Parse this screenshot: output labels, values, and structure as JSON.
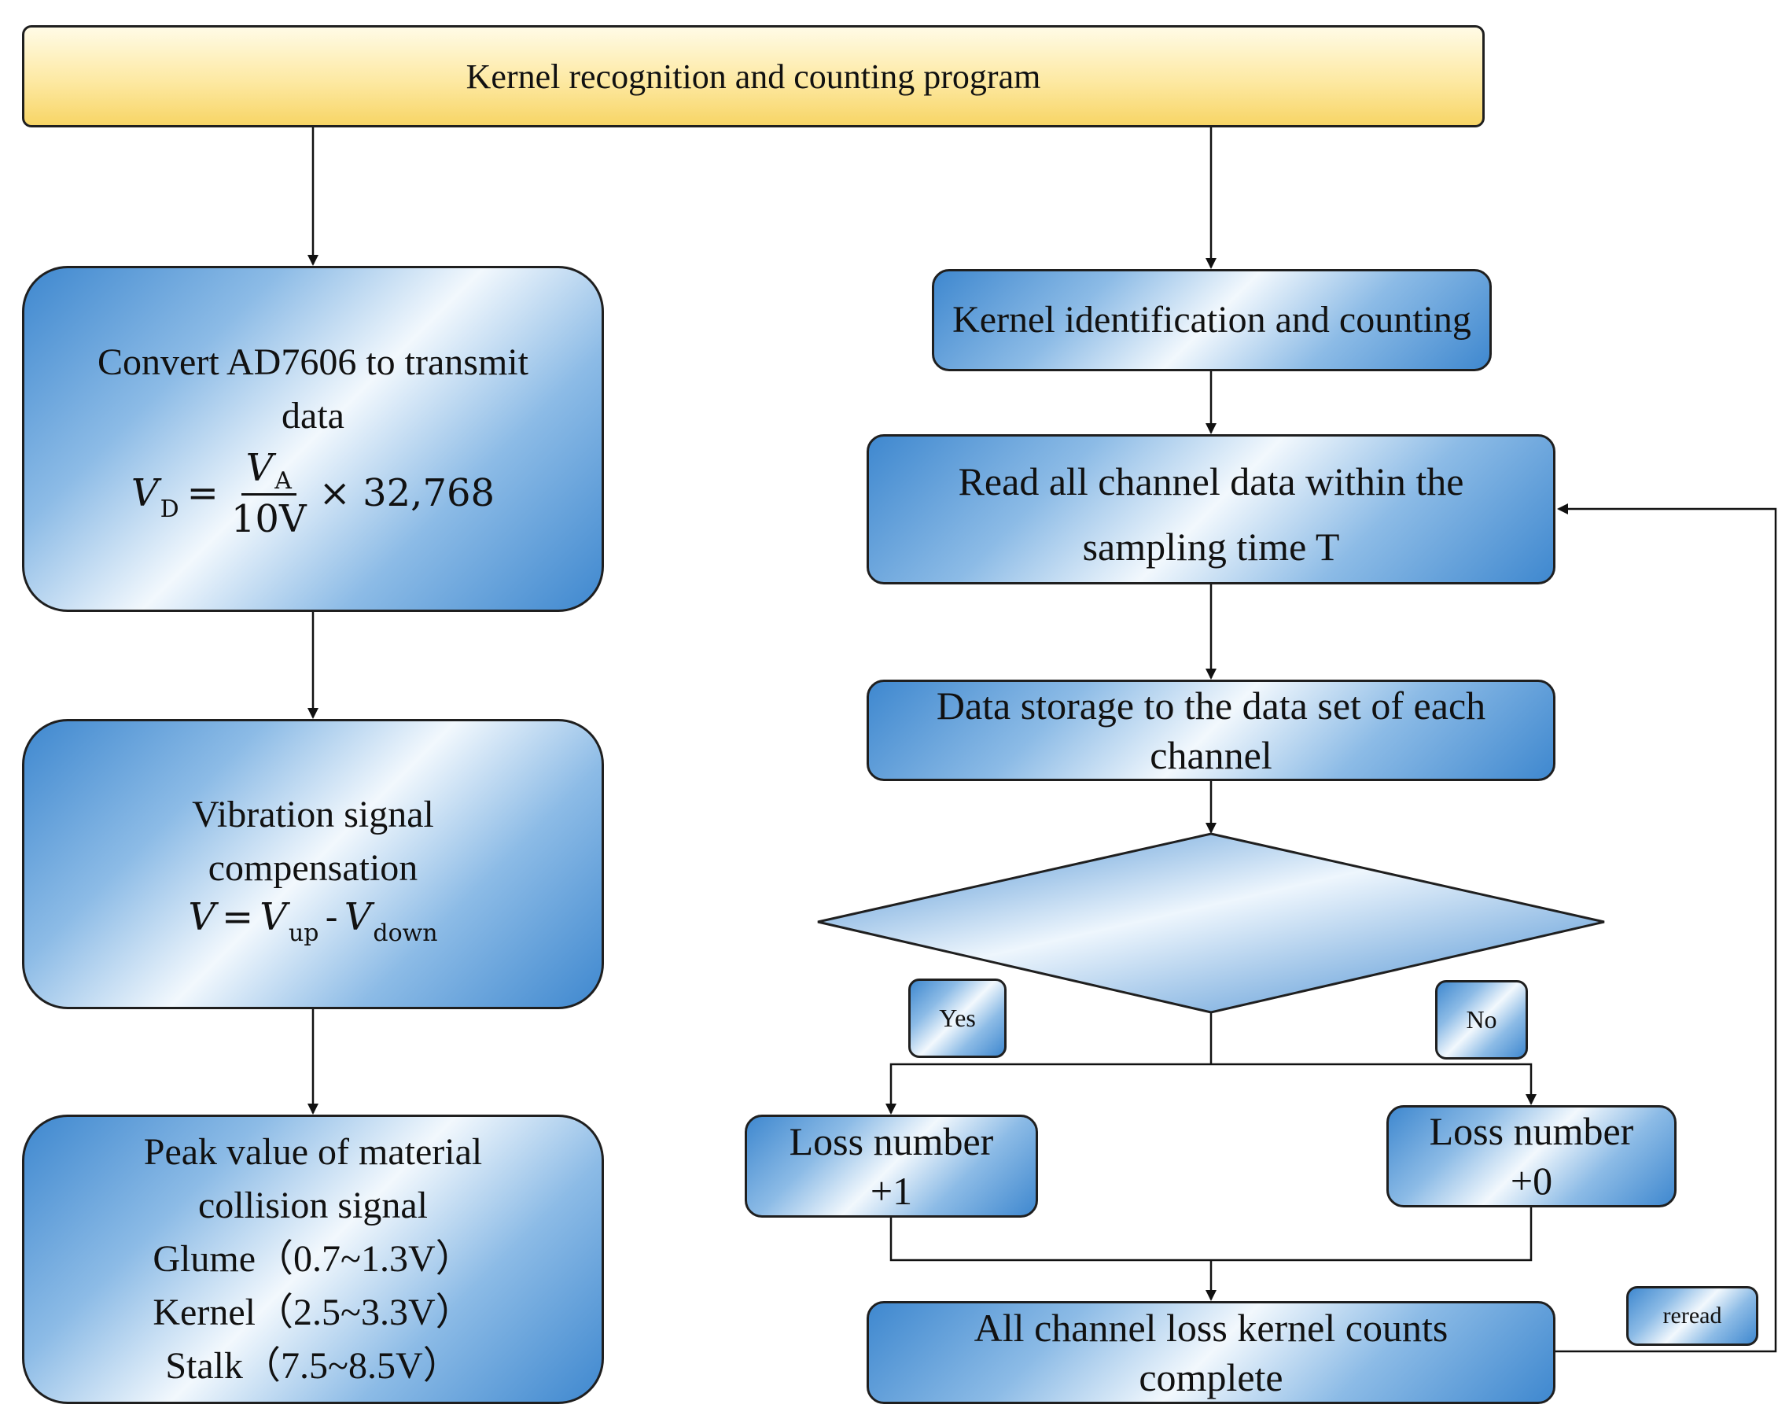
{
  "title": "Kernel recognition and counting program",
  "left": {
    "convert": {
      "lines": [
        "Convert AD7606 to transmit",
        "data"
      ],
      "formula": {
        "lhs": "V",
        "lhs_sub": "D",
        "eq": "=",
        "num": "V",
        "num_sub": "A",
        "den": "10V",
        "rhs": "× 32,768"
      }
    },
    "vibration": {
      "lines": [
        "Vibration signal",
        "compensation"
      ],
      "formula": {
        "v": "V",
        "eq": "=",
        "a": "V",
        "a_sub": "up",
        "minus": "-",
        "b": "V",
        "b_sub": "down"
      }
    },
    "peak": {
      "lines": [
        "Peak value of material",
        "collision signal",
        "Glume（0.7~1.3V）",
        "Kernel（2.5~3.3V）",
        "Stalk（7.5~8.5V）"
      ]
    }
  },
  "right": {
    "ident": "Kernel identification and counting",
    "read": [
      "Read all channel data within the",
      "sampling time T"
    ],
    "storage": [
      "Data storage to the data set of each",
      "channel"
    ],
    "yes": "Yes",
    "no": "No",
    "loss_plus1": [
      "Loss number",
      "+1"
    ],
    "loss_plus0": [
      "Loss number",
      "+0"
    ],
    "complete": [
      "All channel loss kernel counts",
      "complete"
    ],
    "reread": "reread"
  }
}
